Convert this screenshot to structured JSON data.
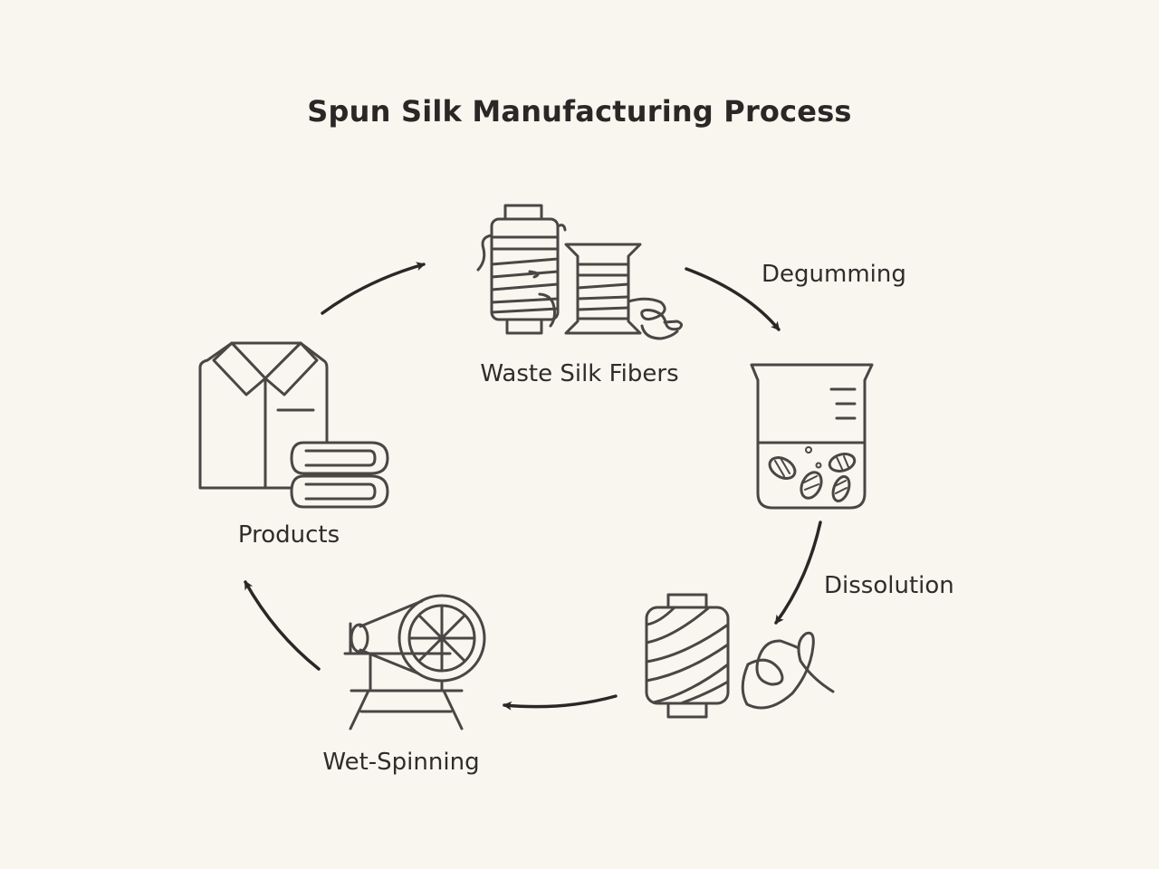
{
  "title": "Spun Silk Manufacturing Process",
  "nodes": {
    "waste": "Waste Silk Fibers",
    "products": "Products",
    "spinning": "Wet-Spinning"
  },
  "edges": {
    "degumming": "Degumming",
    "dissolution": "Dissolution"
  },
  "colors": {
    "background": "#f9f5ef",
    "stroke": "#4a4644",
    "arrow": "#2a2826"
  }
}
